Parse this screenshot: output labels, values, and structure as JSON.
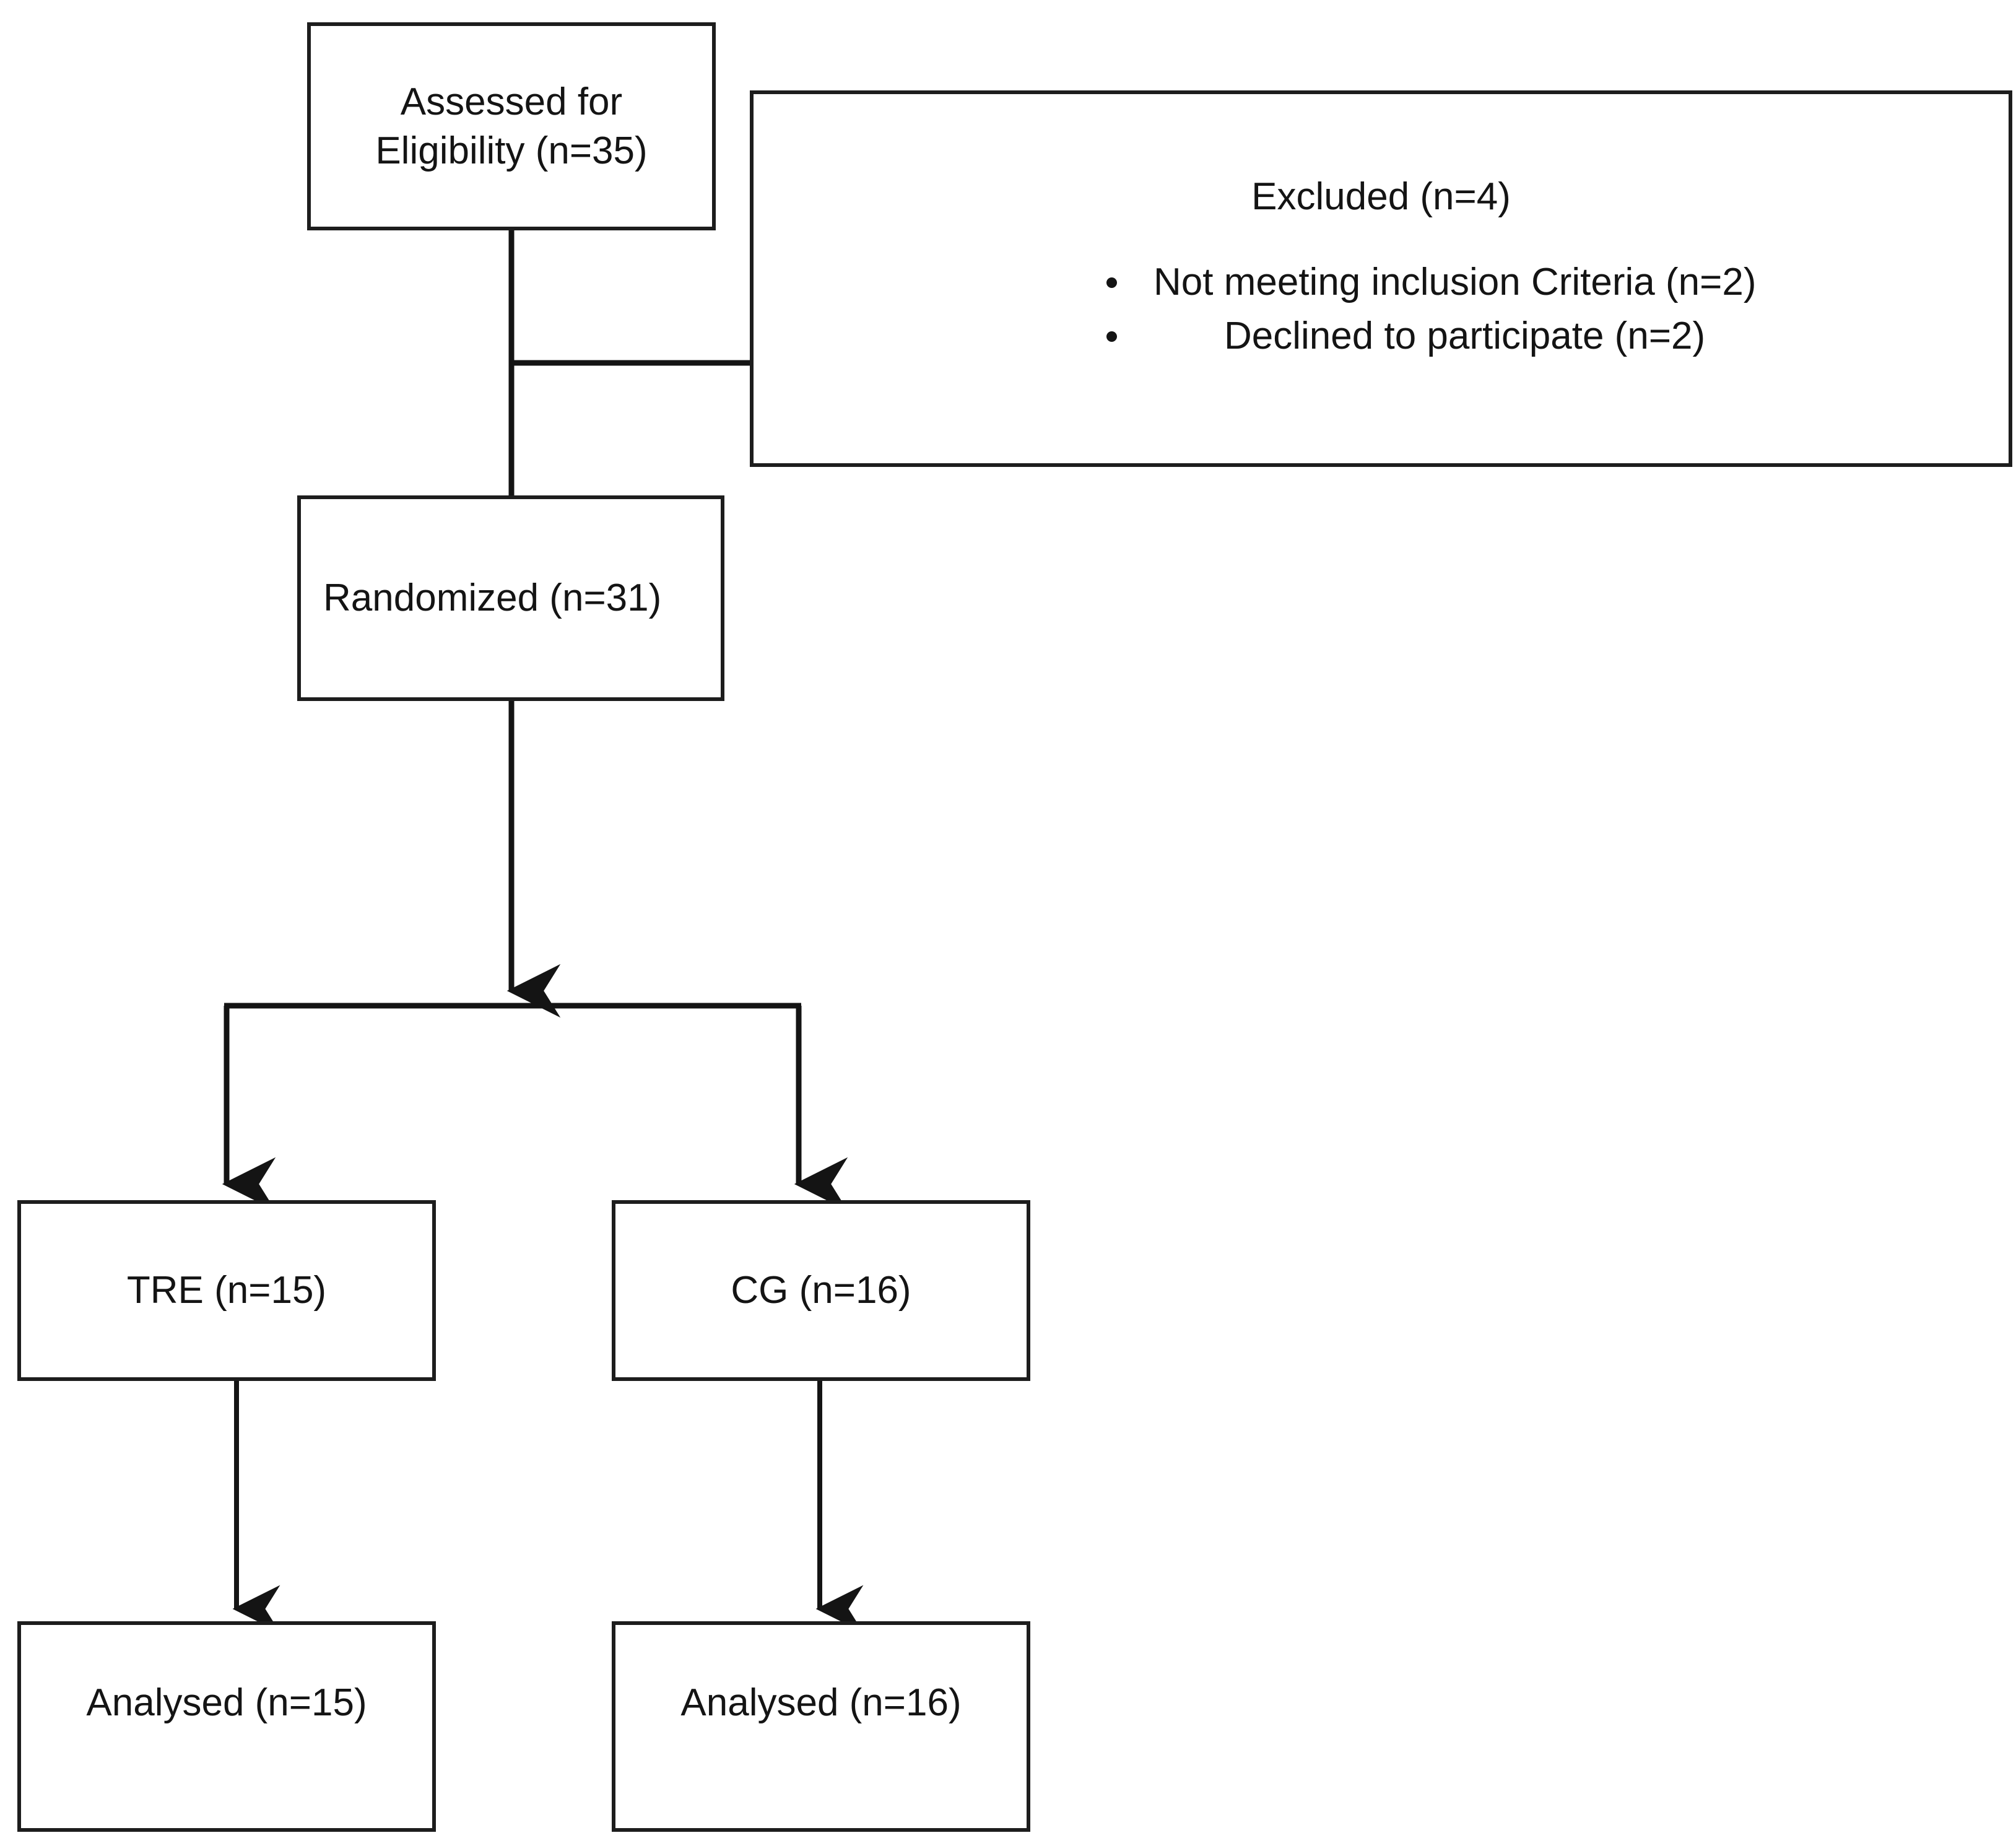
{
  "diagram": {
    "type": "consort-flow-diagram",
    "title": "CONSORT participant flow",
    "stroke_color": "#1d1d1d",
    "text_color": "#141414",
    "background_color": "#ffffff"
  },
  "nodes": {
    "assessed": {
      "label": "Assessed for\nEligibility (n=35)",
      "n": 35
    },
    "excluded": {
      "title": "Excluded (n=4)",
      "n": 4,
      "reasons": [
        {
          "label": "Not meeting inclusion Criteria (n=2)",
          "n": 2
        },
        {
          "label": "Declined to participate (n=2)",
          "n": 2
        }
      ]
    },
    "randomized": {
      "label": "Randomized (n=31)",
      "n": 31
    },
    "tre": {
      "label": "TRE (n=15)",
      "n": 15
    },
    "cg": {
      "label": "CG (n=16)",
      "n": 16
    },
    "analysed_tre": {
      "label": "Analysed (n=15)",
      "n": 15
    },
    "analysed_cg": {
      "label": "Analysed (n=16)",
      "n": 16
    }
  },
  "connectors": [
    {
      "name": "assessed-to-randomized",
      "from": "assessed",
      "to": "randomized",
      "arrow": false
    },
    {
      "name": "assessed-to-excluded",
      "from": "assessed",
      "to": "excluded",
      "arrow": false
    },
    {
      "name": "randomized-to-split",
      "from": "randomized",
      "to": "split-bar",
      "arrow": true
    },
    {
      "name": "split-to-tre",
      "from": "split-bar",
      "to": "tre",
      "arrow": true
    },
    {
      "name": "split-to-cg",
      "from": "split-bar",
      "to": "cg",
      "arrow": true
    },
    {
      "name": "tre-to-analysed",
      "from": "tre",
      "to": "analysed_tre",
      "arrow": true
    },
    {
      "name": "cg-to-analysed",
      "from": "cg",
      "to": "analysed_cg",
      "arrow": true
    }
  ]
}
